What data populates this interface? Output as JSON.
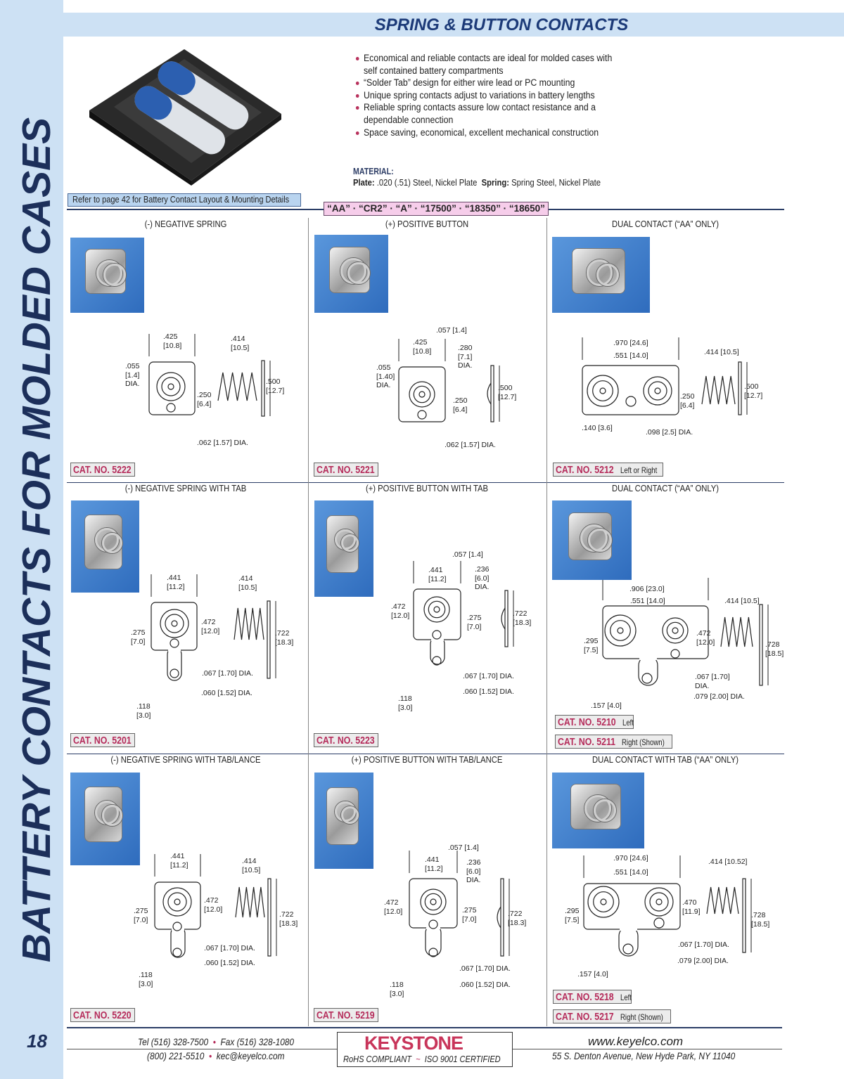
{
  "page": {
    "number": "18",
    "side_title": "BATTERY CONTACTS FOR MOLDED CASES",
    "header_title": "SPRING & BUTTON CONTACTS"
  },
  "intro": {
    "bullets": [
      "Economical and reliable contacts are ideal for molded cases with self contained battery compartments",
      "“Solder Tab” design for either wire lead or PC mounting",
      "Unique spring contacts adjust to variations in battery lengths",
      "Reliable spring contacts assure low contact resistance and a dependable connection",
      "Space saving, economical, excellent mechanical construction"
    ],
    "material_heading": "MATERIAL:",
    "plate_label": "Plate:",
    "plate_value": ".020 (.51) Steel, Nickel Plate",
    "spring_label": "Spring:",
    "spring_value": "Spring Steel, Nickel Plate",
    "refer_note": "Refer to page 42 for Battery Contact Layout & Mounting Details",
    "sizes": "“AA” · “CR2” · “A” · “17500” · “18350” · “18650”"
  },
  "cells": [
    {
      "title": "(-) NEGATIVE SPRING",
      "dims": [
        ".425\n[10.8]",
        ".414\n[10.5]",
        ".055\n[1.4]\nDIA.",
        ".250\n[6.4]",
        ".500\n[12.7]",
        ".062 [1.57] DIA."
      ],
      "cats": [
        {
          "no": "CAT. NO. 5222",
          "note": ""
        }
      ]
    },
    {
      "title": "(+) POSITIVE BUTTON",
      "dims": [
        ".057 [1.4]",
        ".425\n[10.8]",
        ".280\n[7.1]\nDIA.",
        ".055\n[1.40]\nDIA.",
        ".500\n[12.7]",
        ".250\n[6.4]",
        ".062 [1.57] DIA."
      ],
      "cats": [
        {
          "no": "CAT. NO. 5221",
          "note": ""
        }
      ]
    },
    {
      "title": "DUAL CONTACT (“AA” ONLY)",
      "dims": [
        ".970 [24.6]",
        ".551 [14.0]",
        ".414 [10.5]",
        ".250\n[6.4]",
        ".500\n[12.7]",
        ".140 [3.6]",
        ".098 [2.5] DIA."
      ],
      "cats": [
        {
          "no": "CAT. NO. 5212",
          "note": "Left or Right"
        }
      ]
    },
    {
      "title": "(-) NEGATIVE SPRING WITH TAB",
      "dims": [
        ".441\n[11.2]",
        ".414\n[10.5]",
        ".472\n[12.0]",
        ".275\n[7.0]",
        ".722\n[18.3]",
        ".067 [1.70] DIA.",
        ".060 [1.52] DIA.",
        ".118\n[3.0]"
      ],
      "cats": [
        {
          "no": "CAT. NO. 5201",
          "note": ""
        }
      ]
    },
    {
      "title": "(+) POSITIVE BUTTON WITH TAB",
      "dims": [
        ".057 [1.4]",
        ".441\n[11.2]",
        ".236\n[6.0]\nDIA.",
        ".472\n[12.0]",
        ".722\n[18.3]",
        ".275\n[7.0]",
        ".067 [1.70] DIA.",
        ".060 [1.52] DIA.",
        ".118\n[3.0]"
      ],
      "cats": [
        {
          "no": "CAT. NO. 5223",
          "note": ""
        }
      ]
    },
    {
      "title": "DUAL CONTACT (“AA” ONLY)",
      "dims": [
        ".906 [23.0]",
        ".551 [14.0]",
        ".414 [10.5]",
        ".472\n[12.0]",
        ".295\n[7.5]",
        ".728\n[18.5]",
        ".067 [1.70]\nDIA.",
        ".079 [2.00] DIA.",
        ".157 [4.0]"
      ],
      "cats": [
        {
          "no": "CAT. NO. 5210",
          "note": "Left"
        },
        {
          "no": "CAT. NO. 5211",
          "note": "Right (Shown)"
        }
      ]
    },
    {
      "title": "(-) NEGATIVE SPRING WITH TAB/LANCE",
      "dims": [
        ".441\n[11.2]",
        ".414\n[10.5]",
        ".472\n[12.0]",
        ".275\n[7.0]",
        ".722\n[18.3]",
        ".067 [1.70] DIA.",
        ".060 [1.52] DIA.",
        ".118\n[3.0]"
      ],
      "cats": [
        {
          "no": "CAT. NO. 5220",
          "note": ""
        }
      ]
    },
    {
      "title": "(+) POSITIVE BUTTON WITH TAB/LANCE",
      "dims": [
        ".057 [1.4]",
        ".441\n[11.2]",
        ".236\n[6.0]\nDIA.",
        ".472\n[12.0]",
        ".275\n[7.0]",
        ".722\n[18.3]",
        ".067 [1.70] DIA.",
        ".060 [1.52] DIA.",
        ".118\n[3.0]"
      ],
      "cats": [
        {
          "no": "CAT. NO. 5219",
          "note": ""
        }
      ]
    },
    {
      "title": "DUAL CONTACT WITH TAB (“AA” ONLY)",
      "dims": [
        ".970 [24.6]",
        ".551 [14.0]",
        ".414 [10.52]",
        ".295\n[7.5]",
        ".470\n[11.9]",
        ".728\n[18.5]",
        ".067 [1.70] DIA.",
        ".079 [2.00] DIA.",
        ".157 [4.0]"
      ],
      "cats": [
        {
          "no": "CAT. NO. 5218",
          "note": "Left"
        },
        {
          "no": "CAT. NO. 5217",
          "note": "Right (Shown)"
        }
      ]
    }
  ],
  "footer": {
    "phone": "Tel (516) 328-7500",
    "fax": "Fax (516) 328-1080",
    "tollfree": "(800) 221-5510",
    "email": "kec@keyelco.com",
    "logo": "KEYSTONE",
    "rohs": "RoHS COMPLIANT",
    "iso": "ISO 9001 CERTIFIED",
    "website": "www.keyelco.com",
    "address": "55 S. Denton Avenue, New Hyde Park, NY 11040"
  },
  "colors": {
    "accent": "#b52b5a",
    "navy": "#1c2f5a",
    "band": "#cde1f4",
    "pink": "#f6cdea"
  }
}
